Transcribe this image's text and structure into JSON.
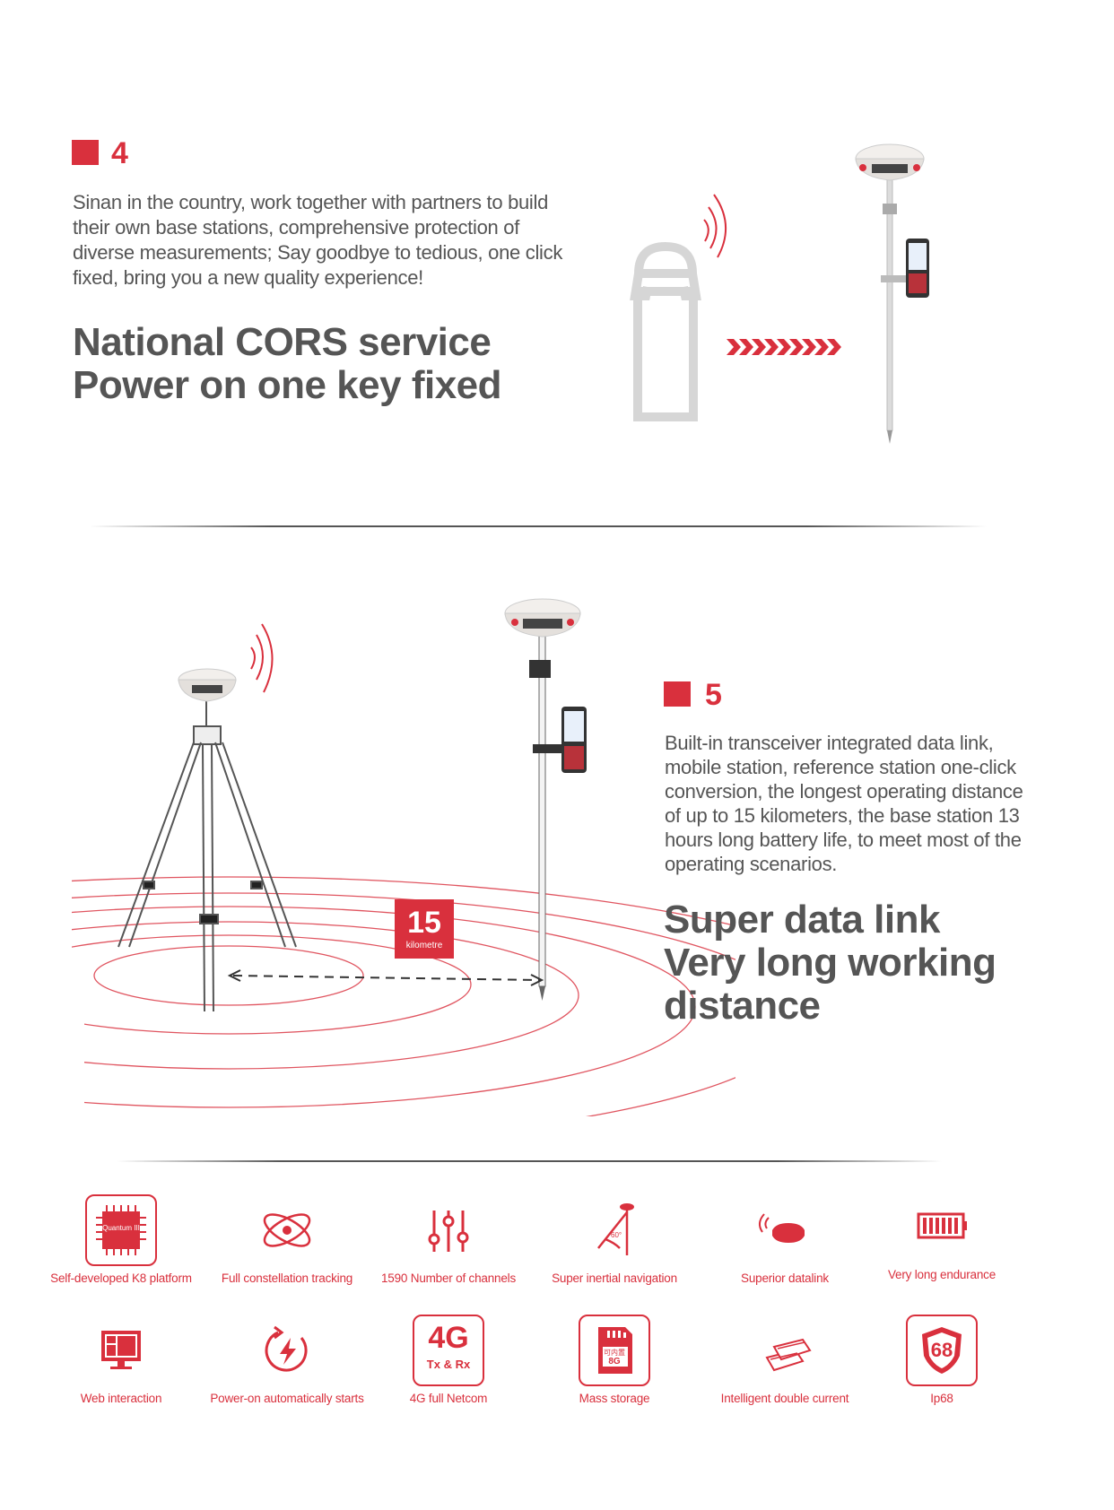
{
  "section4": {
    "number": "4",
    "body_lines": [
      "Sinan in the country, work together with partners to build",
      "their own base stations, comprehensive protection of",
      "diverse measurements; Say goodbye to tedious, one click",
      "fixed, bring you a new quality experience!"
    ],
    "headline_lines": [
      "National CORS service",
      "Power on one key fixed"
    ]
  },
  "section5": {
    "number": "5",
    "body_lines": [
      "Built-in transceiver integrated data link,",
      "mobile station, reference station one-click",
      "conversion, the longest operating distance",
      "of up to 15 kilometers, the base station 13",
      "hours long battery life, to meet most of the",
      "operating scenarios."
    ],
    "headline_lines": [
      "Super data link",
      "Very long working",
      "distance"
    ],
    "distance_badge": {
      "value": "15",
      "unit": "kilometre"
    }
  },
  "features": [
    {
      "label": "Self-developed K8 platform",
      "icon": "chip-icon",
      "chip_text": "Quantum III"
    },
    {
      "label": "Full constellation tracking",
      "icon": "orbit-icon"
    },
    {
      "label": "1590 Number of channels",
      "icon": "sliders-icon"
    },
    {
      "label": "Super inertial navigation",
      "icon": "tilt-pole-icon",
      "angle_text": "60°"
    },
    {
      "label": "Superior datalink",
      "icon": "datalink-icon"
    },
    {
      "label": "Very long endurance",
      "icon": "battery-icon"
    },
    {
      "label": "Web interaction",
      "icon": "monitor-icon"
    },
    {
      "label": "Power-on automatically starts",
      "icon": "power-refresh-icon"
    },
    {
      "label": "4G full Netcom",
      "icon": "4g-icon",
      "big_text": "4G",
      "small_text": "Tx & Rx"
    },
    {
      "label": "Mass storage",
      "icon": "sd-card-icon",
      "card_text_1": "可内置",
      "card_text_2": "8G"
    },
    {
      "label": "Intelligent double current",
      "icon": "double-battery-icon"
    },
    {
      "label": "Ip68",
      "icon": "shield-icon",
      "badge_text": "68"
    }
  ],
  "colors": {
    "accent": "#d9303d",
    "text": "#555555",
    "light_gray": "#d8d8d8"
  }
}
